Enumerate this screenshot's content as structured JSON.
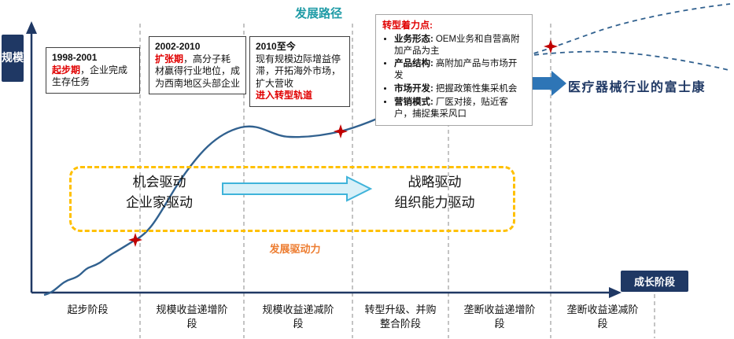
{
  "title": "发展路径",
  "y_axis": {
    "label": "规模"
  },
  "x_axis": {
    "label": "成长阶段"
  },
  "periods": [
    {
      "range": "1998-2001",
      "phase": "起步期",
      "desc": "，企业完成生存任务"
    },
    {
      "range": "2002-2010",
      "phase": "扩张期",
      "desc": "，高分子耗材赢得行业地位，成为西南地区头部企业"
    },
    {
      "range": "2010至今",
      "desc": "现有规模边际增益停滞，开拓海外市场，扩大营收",
      "phase": "进入转型轨道"
    }
  ],
  "transform_box": {
    "title": "转型着力点:",
    "items": [
      {
        "label": "业务形态:",
        "text": "OEM业务和自营高附加产品为主"
      },
      {
        "label": "产品结构:",
        "text": "高附加产品与市场开发"
      },
      {
        "label": "市场开发:",
        "text": "把握政策性集采机会"
      },
      {
        "label": "营销模式:",
        "text": "厂医对接，贴近客户，捕捉集采风口"
      }
    ]
  },
  "vision_label": "医疗器械行业的富士康",
  "drivers": {
    "left": [
      "机会驱动",
      "企业家驱动"
    ],
    "right": [
      "战略驱动",
      "组织能力驱动"
    ],
    "caption": "发展驱动力"
  },
  "stages": [
    "起步阶段",
    "规模收益递增阶段",
    "规模收益递减阶段",
    "转型升级、并购整合阶段",
    "垄断收益递增阶段",
    "垄断收益递减阶段"
  ],
  "colors": {
    "navy": "#1f3864",
    "teal_title": "#1f9ba6",
    "red_accent": "#e00000",
    "orange_dashed_border": "#ffc000",
    "orange_caption": "#ed7d31",
    "curve_blue": "#31618f",
    "big_arrow_blue": "#2e75b6",
    "cyan_arrow": "#3fb3da",
    "star_red": "#c00000"
  }
}
